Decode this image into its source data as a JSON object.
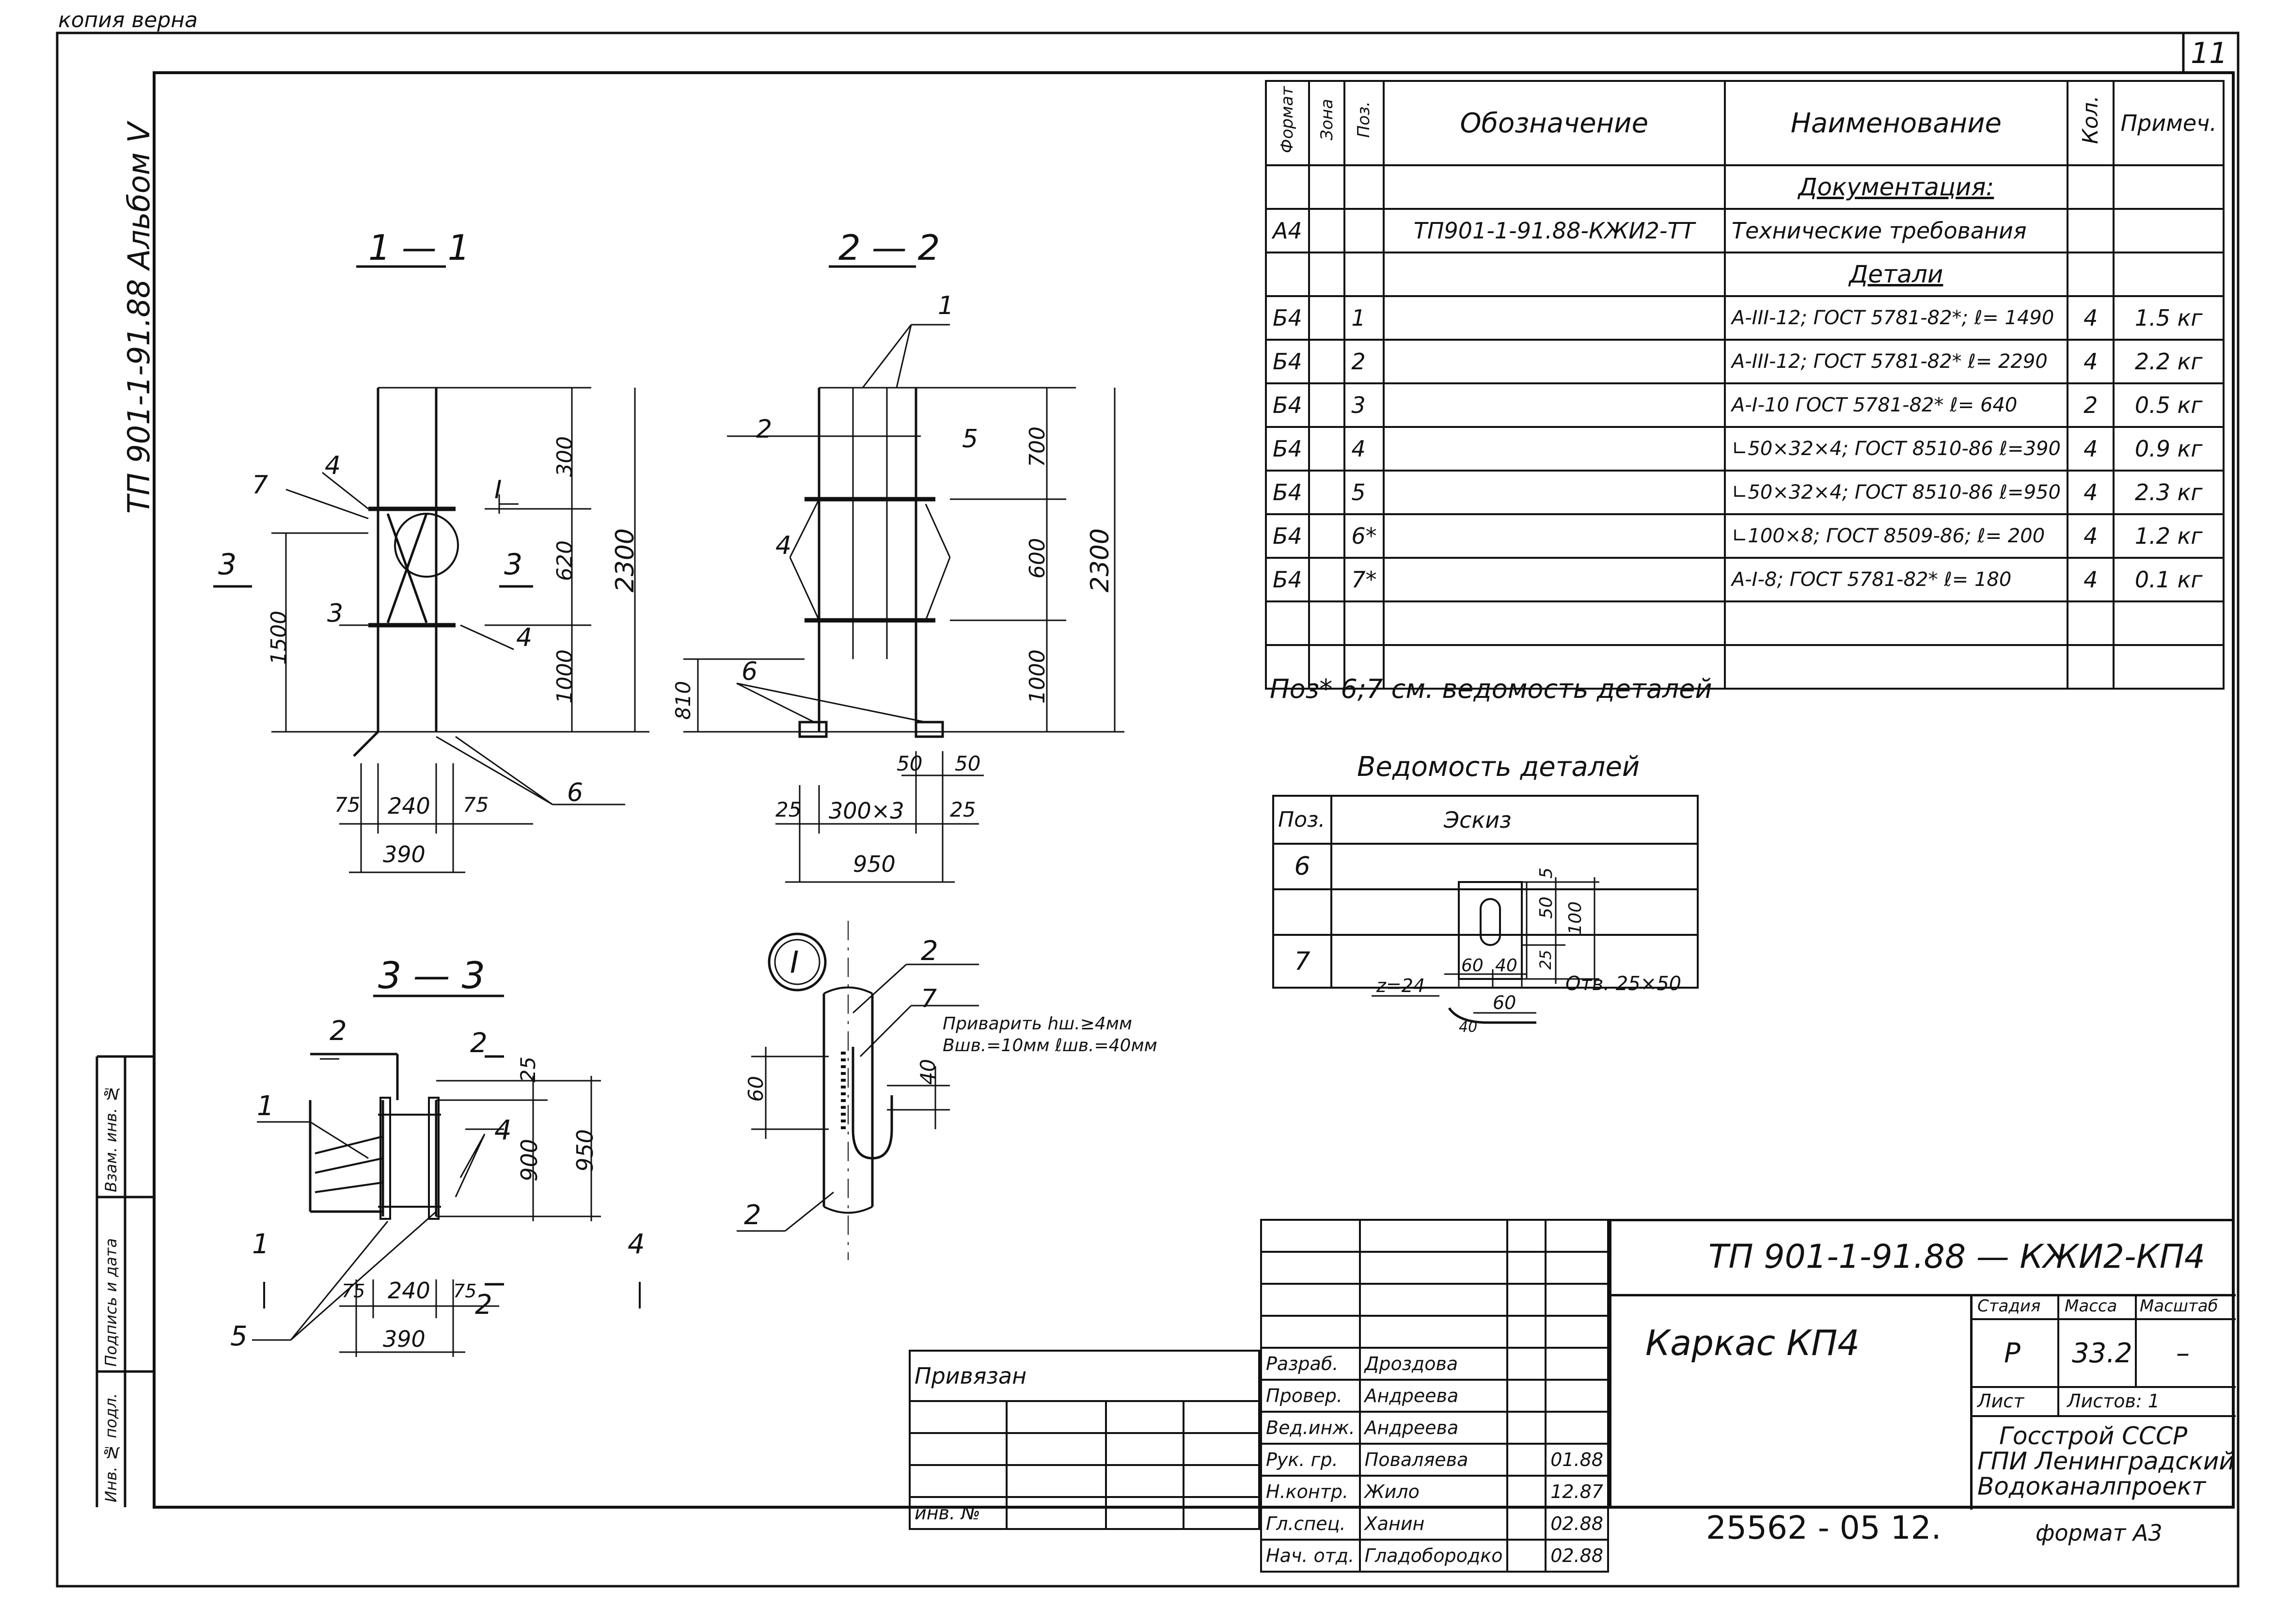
{
  "header": {
    "stamp_top": "копия верна",
    "page_number": "11"
  },
  "side": {
    "album": "ТП 901-1-91.88  Альбом V",
    "inv_no_orig": "Инв. № подл.",
    "sign_date": "Подпись и дата",
    "replace_inv": "Взам. инв. №"
  },
  "sections": {
    "s11": "1 — 1",
    "s22": "2 — 2",
    "s33": "3 — 3",
    "node": "I",
    "weld_note_1": "Приварить hш.≥4мм",
    "weld_note_2": "Вшв.=10мм  ℓшв.=40мм"
  },
  "dims": {
    "d1500": "1500",
    "d300": "300",
    "d620": "620",
    "d1000a": "1000",
    "d2300a": "2300",
    "d75a": "75",
    "d240a": "240",
    "d75b": "75",
    "d390a": "390",
    "d700": "700",
    "d600": "600",
    "d1000b": "1000",
    "d2300b": "2300",
    "d810": "810",
    "d50a": "50",
    "d50b": "50",
    "d25a": "25",
    "d300x3": "300×3",
    "d25b": "25",
    "d950": "950",
    "d25c": "25",
    "d900": "900",
    "d950b": "950",
    "d75c": "75",
    "d240b": "240",
    "d75d": "75",
    "d390b": "390",
    "d60": "60",
    "d40": "40"
  },
  "labels": {
    "p1a": "1",
    "p1b": "1",
    "p1c": "1",
    "p2a": "2",
    "p2b": "2",
    "p2c": "2",
    "p2d": "2",
    "p2e": "2",
    "p3a": "3",
    "p3b": "3",
    "p3c": "3",
    "p3d": "3",
    "p4a": "4",
    "p4b": "4",
    "p4c": "4",
    "p4d": "4",
    "p4e": "4",
    "p5a": "5",
    "p5b": "5",
    "p6a": "6",
    "p6b": "6",
    "p7a": "7",
    "p7b": "7",
    "pI": "I"
  },
  "spec_table": {
    "headers": [
      "Формат",
      "Зона",
      "Поз.",
      "Обозначение",
      "Наименование",
      "Кол.",
      "Примеч."
    ],
    "section_docs": "Документация:",
    "doc_row": {
      "format": "А4",
      "designation": "ТП901-1-91.88-КЖИ2-ТТ",
      "name": "Технические требования"
    },
    "section_parts": "Детали",
    "rows": [
      {
        "format": "Б4",
        "pos": "1",
        "name": "А-III-12; ГОСТ 5781-82*; ℓ= 1490",
        "qty": "4",
        "note": "1.5 кг"
      },
      {
        "format": "Б4",
        "pos": "2",
        "name": "А-III-12; ГОСТ 5781-82* ℓ= 2290",
        "qty": "4",
        "note": "2.2 кг"
      },
      {
        "format": "Б4",
        "pos": "3",
        "name": "А-I-10 ГОСТ 5781-82* ℓ= 640",
        "qty": "2",
        "note": "0.5 кг"
      },
      {
        "format": "Б4",
        "pos": "4",
        "name": "∟50×32×4; ГОСТ 8510-86  ℓ=390",
        "qty": "4",
        "note": "0.9 кг"
      },
      {
        "format": "Б4",
        "pos": "5",
        "name": "∟50×32×4; ГОСТ 8510-86  ℓ=950",
        "qty": "4",
        "note": "2.3 кг"
      },
      {
        "format": "Б4",
        "pos": "6*",
        "name": "∟100×8; ГОСТ 8509-86; ℓ= 200",
        "qty": "4",
        "note": "1.2 кг"
      },
      {
        "format": "Б4",
        "pos": "7*",
        "name": "А-I-8; ГОСТ 5781-82* ℓ= 180",
        "qty": "4",
        "note": "0.1 кг"
      }
    ],
    "footnote": "Поз* 6;7 см. ведомость деталей"
  },
  "details": {
    "title": "Ведомость деталей",
    "h_pos": "Поз.",
    "h_sketch": "Эскиз",
    "row6": "6",
    "row7": "7",
    "d50": "50",
    "d5": "5",
    "d100": "100",
    "d60": "60",
    "d40": "40",
    "d25": "25",
    "hole": "Отв. 25×50",
    "z24": "z=24",
    "d60b": "60",
    "d40b": "40"
  },
  "title_block": {
    "code": "ТП 901-1-91.88  —  КЖИ2-КП4",
    "name": "Каркас КП4",
    "stage_h": "Стадия",
    "mass_h": "Масса",
    "scale_h": "Масштаб",
    "stage": "Р",
    "mass": "33.2",
    "scale": "–",
    "sheet": "Лист",
    "sheets": "Листов: 1",
    "org1": "Госстрой СССР",
    "org2": "ГПИ Ленинградский",
    "org3": "Водоканалпроект",
    "roles": [
      {
        "role": "Разраб.",
        "name": "Дроздова",
        "date": ""
      },
      {
        "role": "Провер.",
        "name": "Андреева",
        "date": ""
      },
      {
        "role": "Вед.инж.",
        "name": "Андреева",
        "date": ""
      },
      {
        "role": "Рук. гр.",
        "name": "Поваляева",
        "date": "01.88"
      },
      {
        "role": "Н.контр.",
        "name": "Жило",
        "date": "12.87"
      },
      {
        "role": "Гл.спец.",
        "name": "Ханин",
        "date": "02.88"
      },
      {
        "role": "Нач. отд.",
        "name": "Гладобородко",
        "date": "02.88"
      }
    ],
    "privyazan": "Привязан",
    "inv_no": "инв. №",
    "archive": "25562 - 05   12.",
    "format": "формат А3"
  }
}
